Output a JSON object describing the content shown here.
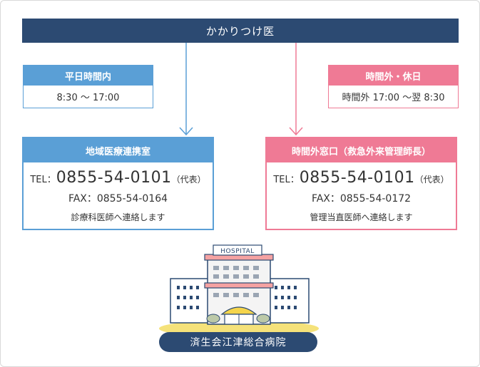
{
  "header": {
    "title": "かかりつけ医"
  },
  "weekday": {
    "label": "平日時間内",
    "hours": "8:30 ～ 17:00"
  },
  "offhours": {
    "label": "時間外・休日",
    "hours": "時間外 17:00 ～翌 8:30"
  },
  "regional": {
    "title": "地域医療連携室",
    "tel_prefix": "TEL：",
    "tel": "0855-54-0101",
    "tel_suffix": "（代表）",
    "fax": "FAX：0855-54-0164",
    "note": "診療科医師へ連絡します"
  },
  "emergency": {
    "title": "時間外窓口（救急外来管理師長）",
    "tel_prefix": "TEL：",
    "tel": "0855-54-0101",
    "tel_suffix": "（代表）",
    "fax": "FAX：0855-54-0172",
    "note": "管理当直医師へ連絡します"
  },
  "hospital": {
    "sign": "HOSPITAL",
    "name": "済生会江津総合病院"
  },
  "colors": {
    "navy": "#2c4a72",
    "blue": "#5a9fd6",
    "pink": "#ef7a95"
  }
}
